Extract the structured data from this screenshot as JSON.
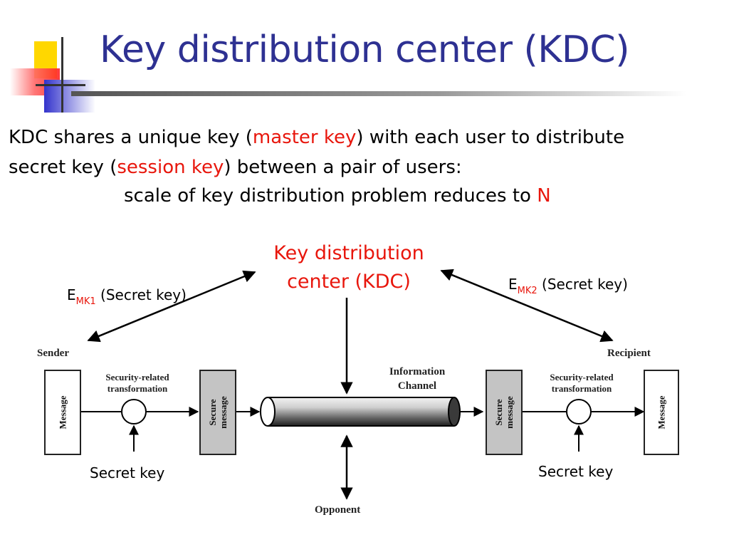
{
  "title": "Key distribution center (KDC)",
  "intro": {
    "line1_a": "KDC shares a unique key (",
    "line1_red": "master key",
    "line1_b": ") with each user to distribute",
    "line2_a": "secret key (",
    "line2_red": "session key",
    "line2_b": ") between a pair of users:",
    "line3_a": "scale of key distribution problem reduces to ",
    "line3_red": "N"
  },
  "diagram": {
    "kdc_line1": "Key distribution",
    "kdc_line2": "center (KDC)",
    "left_key": {
      "e": "E",
      "sub": "MK1",
      "text": " (Secret key)"
    },
    "right_key": {
      "e": "E",
      "sub": "MK2",
      "text": " (Secret key)"
    },
    "sender": "Sender",
    "recipient": "Recipient",
    "transform_left_1": "Security-related",
    "transform_left_2": "transformation",
    "transform_right_1": "Security-related",
    "transform_right_2": "transformation",
    "message_left": "Message",
    "message_right": "Message",
    "secure_left_1": "Secure",
    "secure_left_2": "message",
    "secure_right_1": "Secure",
    "secure_right_2": "message",
    "channel_1": "Information",
    "channel_2": "Channel",
    "opponent": "Opponent",
    "secret_key_left": "Secret key",
    "secret_key_right": "Secret key"
  },
  "colors": {
    "title": "#2e3192",
    "accent_red": "#e8160c",
    "deco_yellow": "#ffd700",
    "deco_blue": "#3333cc",
    "deco_red": "#ff3333"
  }
}
